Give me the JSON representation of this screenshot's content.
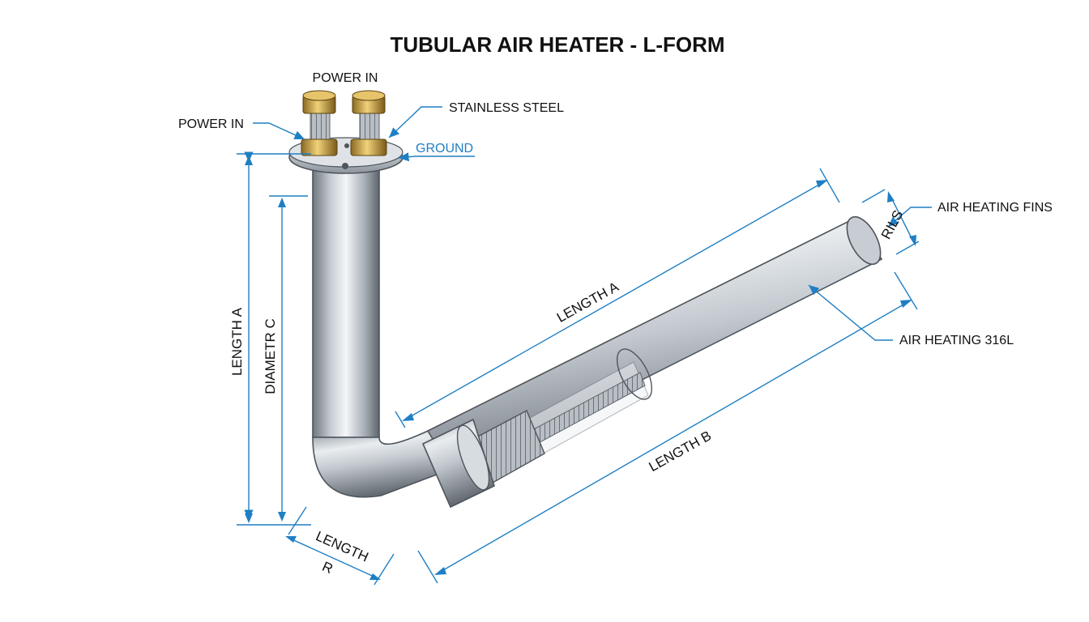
{
  "title": "TUBULAR AIR HEATER - L-FORM",
  "callouts": {
    "power_in_top": "POWER IN",
    "power_in_left": "POWER IN",
    "stainless_steel": "STAINLESS STEEL",
    "ground": "GROUND",
    "air_heating_fins": "AIR HEATING FINS",
    "air_heating_316l": "AIR HEATING 316L"
  },
  "dimensions": {
    "length_a_vertical": "LENGTH A",
    "diameter_c": "DIAMETR C",
    "length_a_diagonal": "LENGTH A",
    "length_b": "LENGTH B",
    "length_r_line1": "LENGTH",
    "length_r_line2": "R",
    "fins_dim": "RILS"
  },
  "colors": {
    "dimension_line": "#1f7fc4",
    "steel_light": "#eef1f4",
    "steel_dark": "#6f7780",
    "brass": "#c9a24a"
  },
  "icons": [
    "power-terminal-icon",
    "mounting-flange-icon"
  ]
}
